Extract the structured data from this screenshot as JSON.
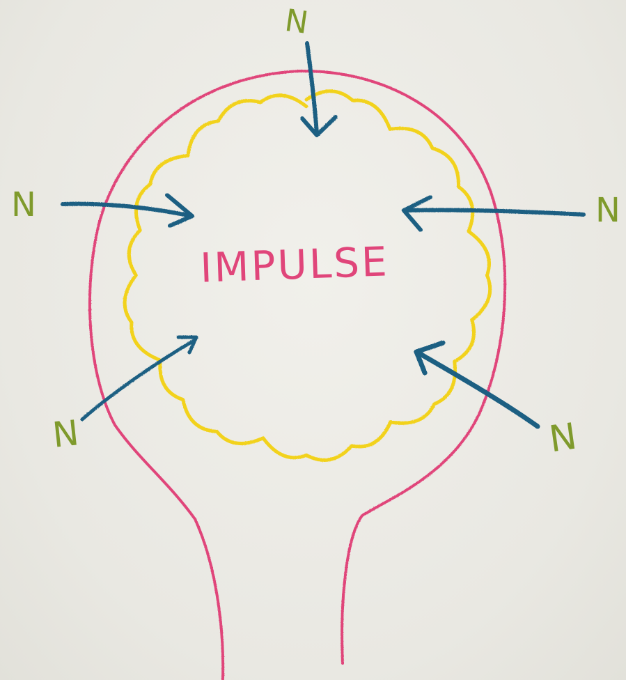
{
  "diagram": {
    "center_label": "IMPULSE",
    "node_labels": [
      "N",
      "N",
      "N",
      "N",
      "N"
    ]
  },
  "colors": {
    "paper": "#ecebe6",
    "outer_outline": "#e0457a",
    "inner_cloud": "#f2d21a",
    "arrows": "#1f5e82",
    "node_labels": "#7f9a2c",
    "center_label": "#e0457a"
  }
}
